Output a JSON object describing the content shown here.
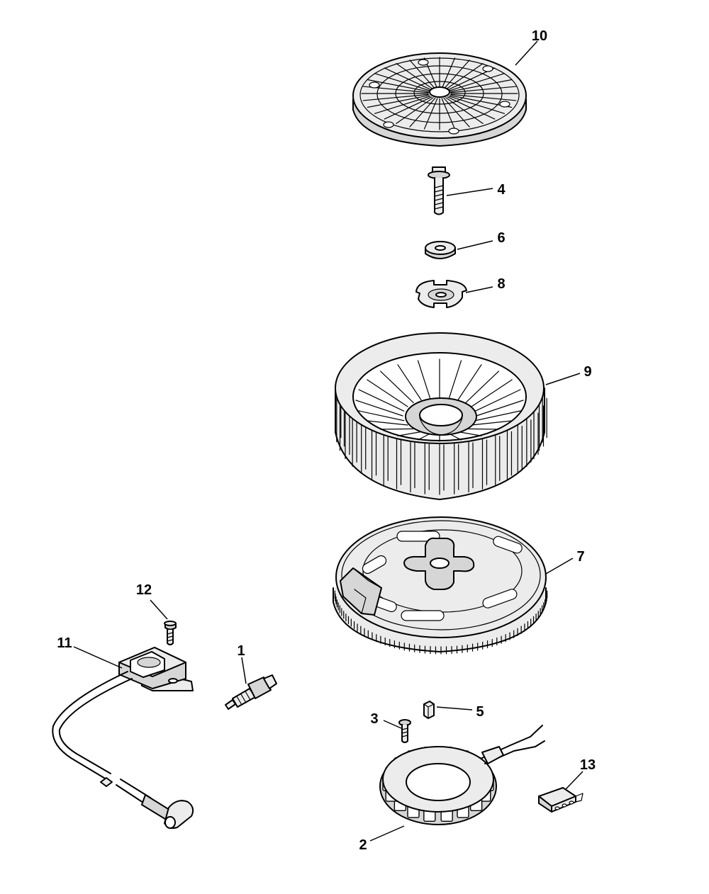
{
  "callouts": {
    "c1": "1",
    "c2": "2",
    "c3": "3",
    "c4": "4",
    "c5": "5",
    "c6": "6",
    "c7": "7",
    "c8": "8",
    "c9": "9",
    "c10": "10",
    "c11": "11",
    "c12": "12",
    "c13": "13"
  },
  "colors": {
    "line": "#000000",
    "shade": "#d6d6d6",
    "background": "#ffffff"
  }
}
